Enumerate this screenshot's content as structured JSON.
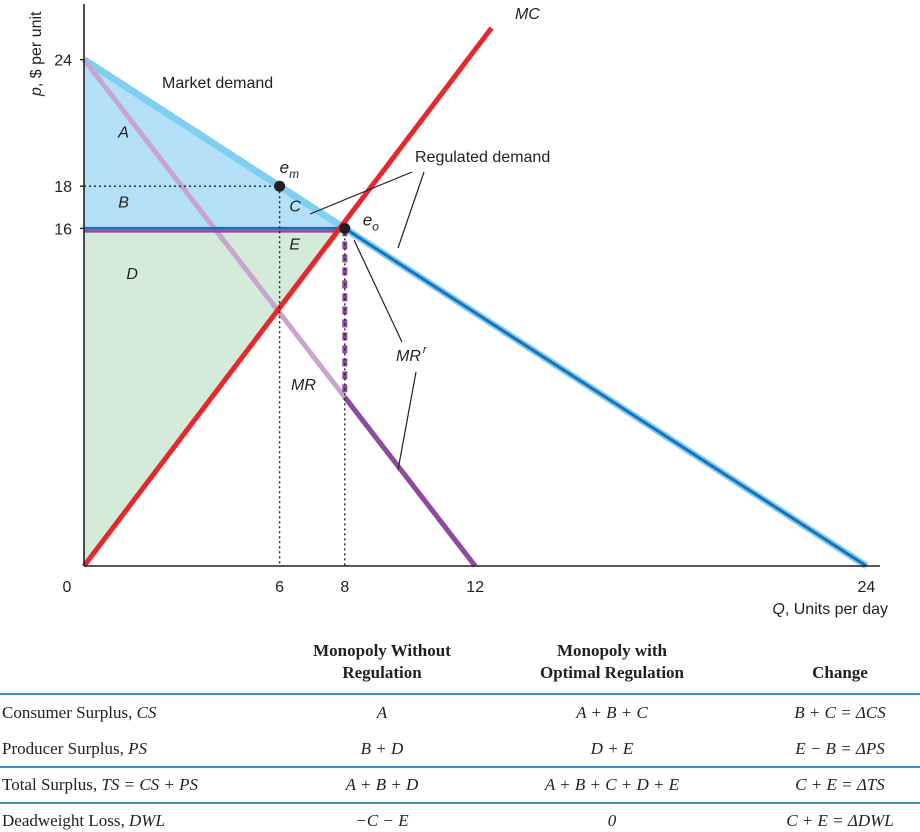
{
  "chart_data": {
    "type": "line",
    "xlabel_var": "Q",
    "xlabel_rest": ", Units per day",
    "ylabel_var": "p",
    "ylabel_rest": ", $ per unit",
    "xlim": [
      0,
      24
    ],
    "ylim": [
      0,
      25.5
    ],
    "x_ticks": [
      0,
      6,
      8,
      12,
      24
    ],
    "y_ticks": [
      16,
      18,
      24
    ],
    "grid": false,
    "series": [
      {
        "name": "Market demand",
        "x": [
          0,
          24
        ],
        "y": [
          24,
          0
        ],
        "color": "#7fcff0"
      },
      {
        "name": "MC",
        "x": [
          0,
          12.5
        ],
        "y": [
          0,
          25.5
        ],
        "color": "#e8262b"
      },
      {
        "name": "MR",
        "x": [
          0,
          12
        ],
        "y": [
          24,
          0
        ],
        "color": "#c9a4cf"
      },
      {
        "name": "Regulated demand",
        "x": [
          0,
          8,
          24
        ],
        "y": [
          16,
          16,
          0
        ],
        "color": "#1c6fb8"
      },
      {
        "name": "MR^r",
        "x": [
          0,
          8,
          8,
          12
        ],
        "y": [
          16,
          16,
          8,
          0
        ],
        "color": "#8e4a9e"
      }
    ],
    "points": [
      {
        "label": "e",
        "sub": "m",
        "x": 6,
        "y": 18
      },
      {
        "label": "e",
        "sub": "o",
        "x": 8,
        "y": 16
      }
    ],
    "areas": [
      {
        "label": "A",
        "lx": 1.05,
        "ly": 20.3
      },
      {
        "label": "B",
        "lx": 1.05,
        "ly": 17.0
      },
      {
        "label": "C",
        "lx": 6.3,
        "ly": 16.8
      },
      {
        "label": "D",
        "lx": 1.3,
        "ly": 13.6
      },
      {
        "label": "E",
        "lx": 6.3,
        "ly": 15.0
      }
    ],
    "annotations": {
      "market_demand": "Market demand",
      "regulated_demand": "Regulated demand",
      "mc": "MC",
      "mr": "MR",
      "mrr": "MR",
      "mrr_sup": "r"
    },
    "colors": {
      "cs_fill": "#b3e0f6",
      "ps_fill": "#d3ebd8",
      "axis": "#231f20"
    }
  },
  "table": {
    "headers": {
      "col1": [
        "Monopoly Without",
        "Regulation"
      ],
      "col2": [
        "Monopoly with",
        "Optimal Regulation"
      ],
      "col3": [
        "Change"
      ]
    },
    "rows": [
      {
        "label": "Consumer Surplus, ",
        "abbr": "CS",
        "c1": "A",
        "c2": "A + B + C",
        "c3": "B + C = ΔCS"
      },
      {
        "label": "Producer Surplus, ",
        "abbr": "PS",
        "c1": "B + D",
        "c2": "D + E",
        "c3": "E − B = ΔPS"
      },
      {
        "label": "Total Surplus, ",
        "abbr": "TS = CS + PS",
        "c1": "A + B + D",
        "c2": "A + B + C + D + E",
        "c3": "C + E = ΔTS"
      },
      {
        "label": "Deadweight Loss, ",
        "abbr": "DWL",
        "c1": "−C − E",
        "c2": "0",
        "c3": "C + E = ΔDWL"
      }
    ]
  }
}
